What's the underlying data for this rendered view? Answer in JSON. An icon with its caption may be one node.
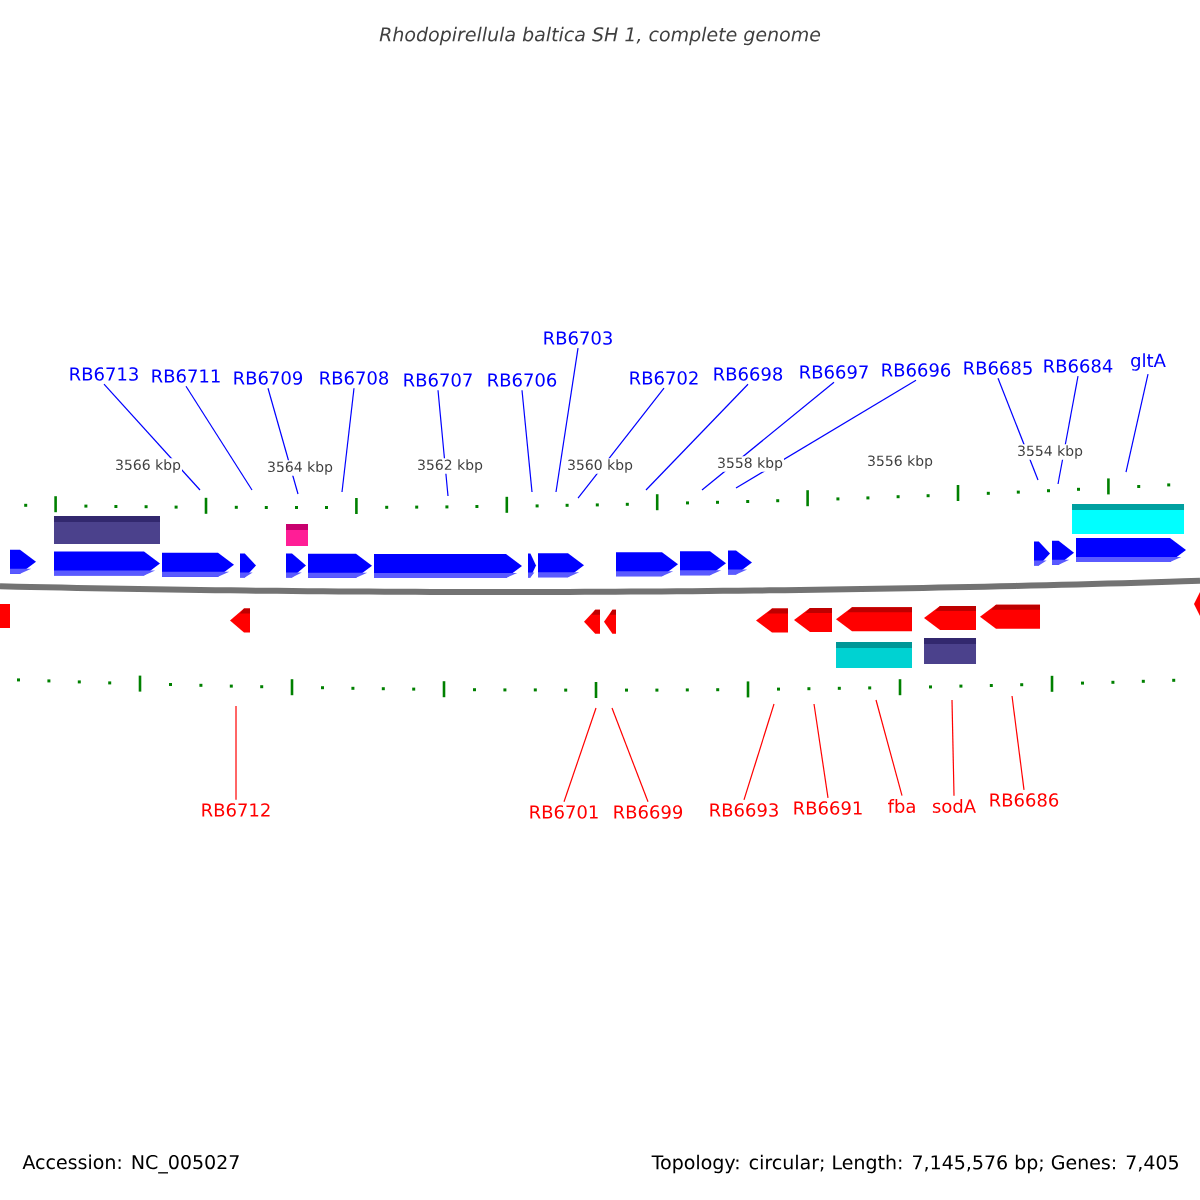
{
  "diagram": {
    "title": "Rhodopirellula baltica SH 1, complete genome",
    "nodes": [
      {
        "text": [
          "RB6713"
        ]
      },
      {
        "text": [
          "RB6711"
        ]
      },
      {
        "text": [
          "RB6709"
        ]
      },
      {
        "text": [
          "RB6708"
        ]
      },
      {
        "text": [
          "RB6707"
        ]
      },
      {
        "text": [
          "RB6706"
        ]
      },
      {
        "text": [
          "RB6703"
        ]
      },
      {
        "text": [
          "RB6702"
        ]
      },
      {
        "text": [
          "RB6698"
        ]
      },
      {
        "text": [
          "RB6697"
        ]
      },
      {
        "text": [
          "RB6696"
        ]
      },
      {
        "text": [
          "RB6685"
        ]
      },
      {
        "text": [
          "RB6684"
        ]
      },
      {
        "text": [
          "gltA"
        ]
      },
      {
        "text": [
          "RB6712"
        ]
      },
      {
        "text": [
          "RB6701"
        ]
      },
      {
        "text": [
          "RB6699"
        ]
      },
      {
        "text": [
          "RB6693"
        ]
      },
      {
        "text": [
          "RB6691"
        ]
      },
      {
        "text": [
          "fba"
        ]
      },
      {
        "text": [
          "sodA"
        ]
      },
      {
        "text": [
          "RB6686"
        ]
      }
    ],
    "edges": [
      {
        "from": 0,
        "to": null,
        "arrow": "none"
      },
      {
        "from": 1,
        "to": null,
        "arrow": "none"
      },
      {
        "from": 2,
        "to": null,
        "arrow": "none"
      },
      {
        "from": 3,
        "to": null,
        "arrow": "none"
      },
      {
        "from": 4,
        "to": null,
        "arrow": "none"
      },
      {
        "from": 5,
        "to": null,
        "arrow": "none"
      },
      {
        "from": 6,
        "to": null,
        "arrow": "none"
      },
      {
        "from": 7,
        "to": null,
        "arrow": "none"
      },
      {
        "from": 8,
        "to": null,
        "arrow": "none"
      },
      {
        "from": 9,
        "to": null,
        "arrow": "none"
      },
      {
        "from": 10,
        "to": null,
        "arrow": "none"
      },
      {
        "from": 11,
        "to": null,
        "arrow": "none"
      },
      {
        "from": 12,
        "to": null,
        "arrow": "none"
      },
      {
        "from": 13,
        "to": null,
        "arrow": "none"
      },
      {
        "from": 14,
        "to": null,
        "arrow": "none",
        "color": "#ff0000"
      },
      {
        "from": 15,
        "to": null,
        "arrow": "none",
        "color": "#ff0000"
      },
      {
        "from": 16,
        "to": null,
        "arrow": "none",
        "color": "#ff0000"
      },
      {
        "from": 17,
        "to": null,
        "arrow": "none",
        "color": "#ff0000"
      },
      {
        "from": 18,
        "to": null,
        "arrow": "none",
        "color": "#ff0000"
      },
      {
        "from": 19,
        "to": null,
        "arrow": "none",
        "color": "#ff0000"
      },
      {
        "from": 20,
        "to": null,
        "arrow": "none",
        "color": "#ff0000"
      },
      {
        "from": 21,
        "to": null,
        "arrow": "none",
        "color": "#ff0000"
      }
    ],
    "labels": [
      "3566 kbp",
      "3564 kbp",
      "3562 kbp",
      "3560 kbp",
      "3558 kbp",
      "3556 kbp",
      "3554 kbp",
      "Accession: NC_005027",
      "Topology: circular; Length: 7,145,576 bp; Genes: 7,405"
    ]
  }
}
